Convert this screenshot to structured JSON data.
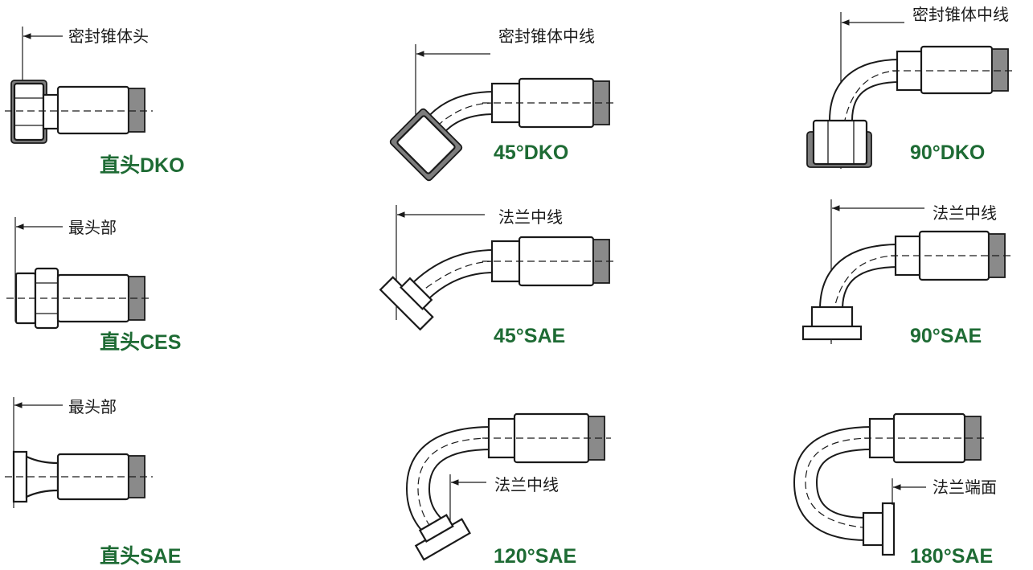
{
  "fittings": [
    {
      "title": "直头DKO",
      "ref_label": "密封锥体头"
    },
    {
      "title": "45°DKO",
      "ref_label": "密封锥体中线"
    },
    {
      "title": "90°DKO",
      "ref_label": "密封锥体中线"
    },
    {
      "title": "直头CES",
      "ref_label": "最头部"
    },
    {
      "title": "45°SAE",
      "ref_label": "法兰中线"
    },
    {
      "title": "90°SAE",
      "ref_label": "法兰中线"
    },
    {
      "title": "直头SAE",
      "ref_label": "最头部"
    },
    {
      "title": "120°SAE",
      "ref_label": "法兰中线"
    },
    {
      "title": "180°SAE",
      "ref_label": "法兰端面"
    }
  ],
  "colors": {
    "title_green": "#1e6b34",
    "hose_gray": "#8a8a8a",
    "line": "#1a1a1a"
  }
}
